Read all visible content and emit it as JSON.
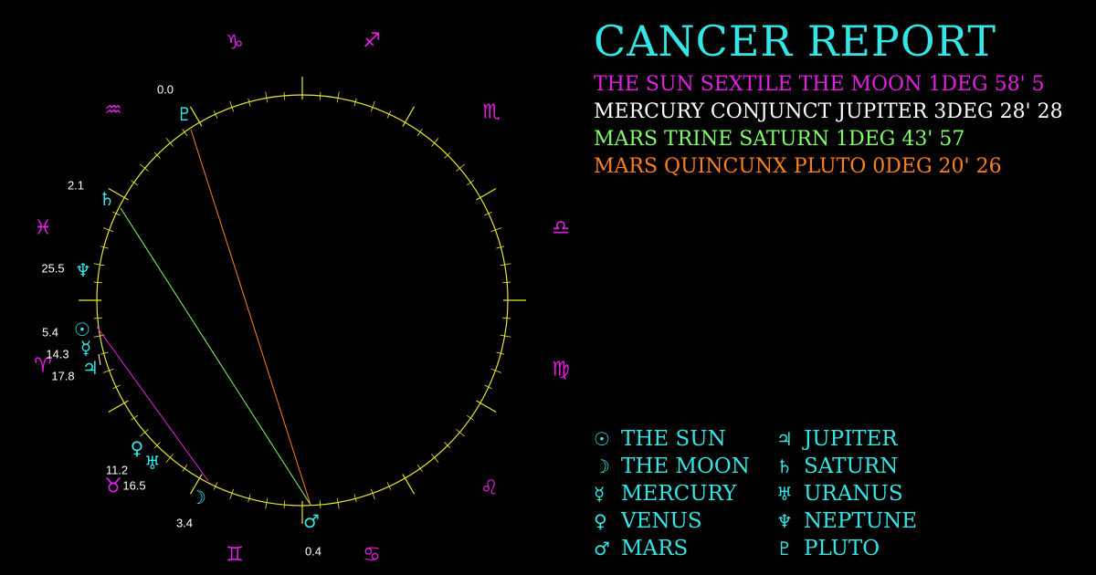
{
  "report": {
    "title": "CANCER REPORT",
    "aspects": [
      {
        "text": "THE SUN SEXTILE THE MOON 1DEG 58' 5",
        "color": "#e51ee5"
      },
      {
        "text": "MERCURY CONJUNCT JUPITER 3DEG 28' 28",
        "color": "#ffffff"
      },
      {
        "text": "MARS TRINE SATURN 1DEG 43' 57",
        "color": "#7fff66"
      },
      {
        "text": "MARS QUINCUNX PLUTO 0DEG 20' 26",
        "color": "#ff7f1a"
      }
    ]
  },
  "legend": [
    {
      "glyph": "☉",
      "name": "THE SUN"
    },
    {
      "glyph": "☽",
      "name": "THE MOON"
    },
    {
      "glyph": "☿",
      "name": "MERCURY"
    },
    {
      "glyph": "♀",
      "name": "VENUS"
    },
    {
      "glyph": "♂",
      "name": "MARS"
    },
    {
      "glyph": "♃",
      "name": "JUPITER"
    },
    {
      "glyph": "♄",
      "name": "SATURN"
    },
    {
      "glyph": "♅",
      "name": "URANUS"
    },
    {
      "glyph": "♆",
      "name": "NEPTUNE"
    },
    {
      "glyph": "♇",
      "name": "PLUTO"
    }
  ],
  "wheel": {
    "zodiac_signs": [
      {
        "id": "capricorn",
        "glyph": "♑",
        "color": "#e51ee5"
      },
      {
        "id": "sagittarius",
        "glyph": "♐",
        "color": "#e51ee5"
      },
      {
        "id": "scorpio",
        "glyph": "♏",
        "color": "#e51ee5"
      },
      {
        "id": "libra",
        "glyph": "♎",
        "color": "#e51ee5"
      },
      {
        "id": "virgo",
        "glyph": "♍",
        "color": "#e51ee5"
      },
      {
        "id": "leo",
        "glyph": "♌",
        "color": "#e51ee5"
      },
      {
        "id": "cancer",
        "glyph": "♋",
        "color": "#e51ee5"
      },
      {
        "id": "gemini",
        "glyph": "♊",
        "color": "#e51ee5"
      },
      {
        "id": "taurus",
        "glyph": "♉",
        "color": "#e51ee5"
      },
      {
        "id": "aries",
        "glyph": "♈",
        "color": "#e51ee5"
      },
      {
        "id": "pisces",
        "glyph": "♓",
        "color": "#e51ee5"
      },
      {
        "id": "aquarius",
        "glyph": "♒",
        "color": "#e51ee5"
      }
    ],
    "planets": [
      {
        "id": "pluto",
        "glyph": "♇",
        "degree": "0.0",
        "color": "#33e6e6"
      },
      {
        "id": "saturn",
        "glyph": "♄",
        "degree": "2.1",
        "color": "#33e6e6"
      },
      {
        "id": "neptune",
        "glyph": "♆",
        "degree": "25.5",
        "color": "#33e6e6"
      },
      {
        "id": "sun",
        "glyph": "☉",
        "degree": "5.4",
        "color": "#33e6e6"
      },
      {
        "id": "mercury",
        "glyph": "☿",
        "degree": "14.3",
        "color": "#33e6e6"
      },
      {
        "id": "jupiter",
        "glyph": "♃",
        "degree": "17.8",
        "color": "#33e6e6"
      },
      {
        "id": "venus",
        "glyph": "♀",
        "degree": "11.2",
        "color": "#33e6e6"
      },
      {
        "id": "uranus",
        "glyph": "♅",
        "degree": "16.5",
        "color": "#33e6e6"
      },
      {
        "id": "moon",
        "glyph": "☽",
        "degree": "3.4",
        "color": "#33e6e6"
      },
      {
        "id": "mars",
        "glyph": "♂",
        "degree": "0.4",
        "color": "#33e6e6"
      }
    ],
    "aspect_lines": [
      {
        "from": "sun",
        "to": "moon",
        "color": "#e51ee5"
      },
      {
        "from": "mercury",
        "to": "jupiter",
        "color": "#ffffff"
      },
      {
        "from": "mars",
        "to": "saturn",
        "color": "#7fff66"
      },
      {
        "from": "mars",
        "to": "pluto",
        "color": "#ff7f1a"
      }
    ],
    "circle_color": "#e6e633"
  }
}
